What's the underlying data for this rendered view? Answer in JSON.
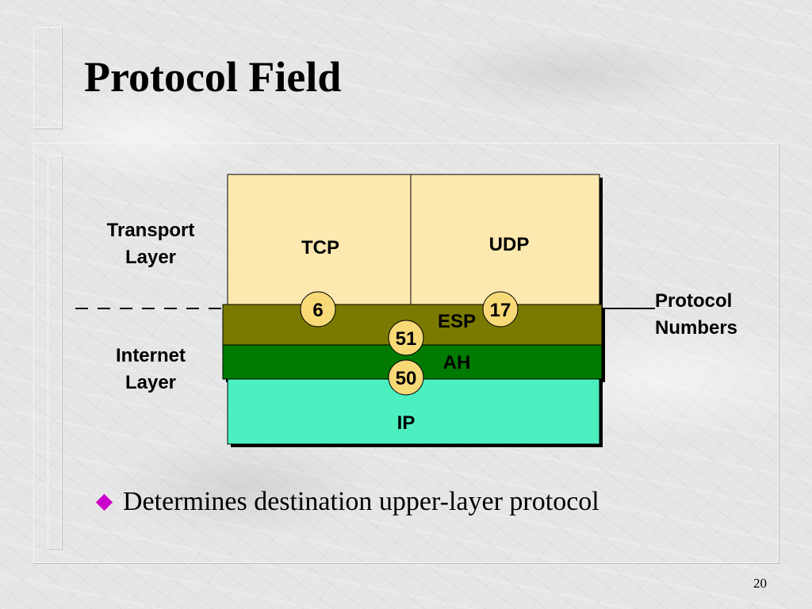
{
  "slide": {
    "title": "Protocol Field",
    "bullet": "Determines destination upper-layer protocol",
    "page_number": "20"
  },
  "diagram": {
    "left_labels": {
      "transport": [
        "Transport",
        "Layer"
      ],
      "internet": [
        "Internet",
        "Layer"
      ]
    },
    "right_label": [
      "Protocol",
      "Numbers"
    ],
    "boxes": {
      "tcp": "TCP",
      "udp": "UDP",
      "esp": "ESP",
      "ah": "AH",
      "ip": "IP"
    },
    "protocol_numbers": {
      "tcp": "6",
      "udp": "17",
      "esp": "51",
      "ah": "50"
    },
    "colors": {
      "transport_fill": "#fde8b0",
      "esp_fill": "#7a7a00",
      "ah_fill": "#007a00",
      "ip_fill": "#4cf0c0",
      "number_badge": "#f7d978",
      "bullet": "#cc00cc"
    }
  }
}
